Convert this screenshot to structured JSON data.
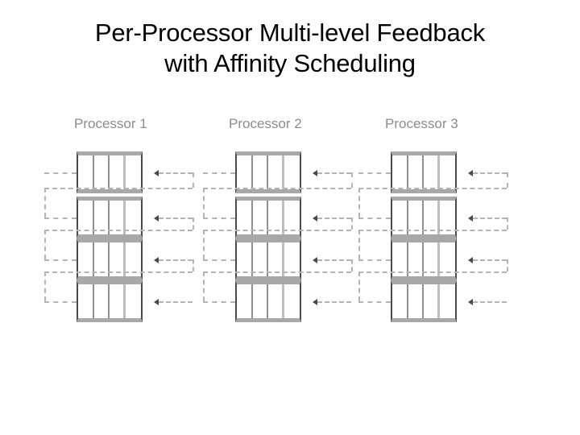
{
  "slide": {
    "background_color": "#ffffff",
    "title": {
      "line1": "Per-Processor Multi-level Feedback",
      "line2": "with Affinity Scheduling",
      "color": "#000000"
    },
    "diagram": {
      "type": "multi-level-feedback-queue",
      "label_color": "#8c8c8c",
      "queue_border_color": "#4a4a4a",
      "queue_bar_color": "#a8a8a8",
      "arrow_color": "#b4b4b4",
      "levels_per_processor": 4,
      "slots_per_queue": 4,
      "processors": [
        {
          "label": "Processor 1"
        },
        {
          "label": "Processor 2"
        },
        {
          "label": "Processor 3"
        }
      ]
    }
  }
}
